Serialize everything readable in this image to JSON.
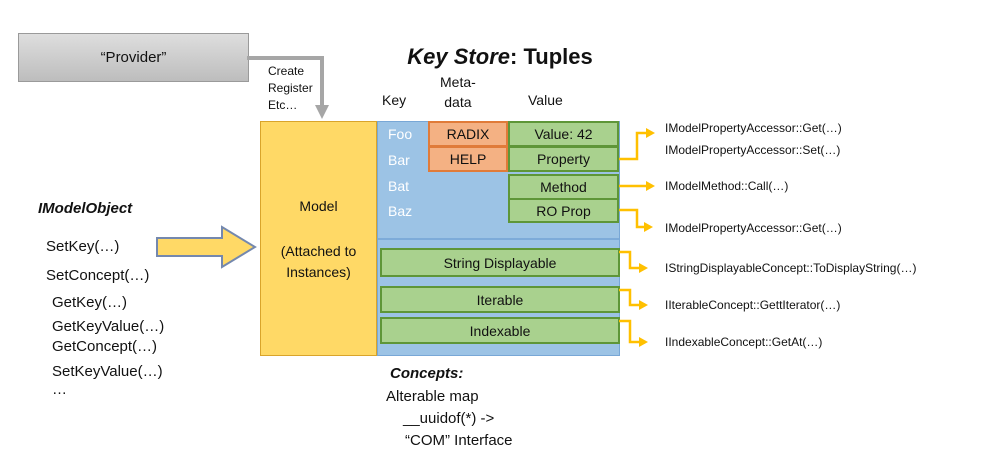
{
  "title": {
    "emphasis": "Key Store",
    "separator": ": ",
    "rest": "Tuples"
  },
  "provider": {
    "label": "“Provider”",
    "connector_labels": [
      "Create",
      "Register",
      "Etc…"
    ]
  },
  "columns": {
    "key": "Key",
    "metadata_lines": [
      "Meta-",
      "data"
    ],
    "value": "Value"
  },
  "model_box": {
    "line1": "Model",
    "line2": "(Attached to Instances)"
  },
  "keys": [
    "Foo",
    "Bar",
    "Bat",
    "Baz"
  ],
  "metadata_cells": [
    "RADIX",
    "HELP"
  ],
  "value_cells": [
    "Value: 42",
    "Property",
    "Method",
    "RO Prop"
  ],
  "concept_bars": [
    "String Displayable",
    "Iterable",
    "Indexable"
  ],
  "imodelobject": {
    "header": "IModelObject",
    "methods": [
      "SetKey(…)",
      "SetConcept(…)",
      "GetKey(…)",
      "GetKeyValue(…)",
      "GetConcept(…)",
      "SetKeyValue(…)",
      "…"
    ]
  },
  "annotations": [
    "IModelPropertyAccessor::Get(…)",
    "IModelPropertyAccessor::Set(…)",
    "IModelMethod::Call(…)",
    "IModelPropertyAccessor::Get(…)",
    "IStringDisplayableConcept::ToDisplayString(…)",
    "IIterableConcept::GettIterator(…)",
    "IIndexableConcept::GetAt(…)"
  ],
  "concepts_note": {
    "header": "Concepts:",
    "lines": [
      "Alterable map",
      "__uuidof(*) ->",
      "“COM” Interface"
    ]
  },
  "colors": {
    "model_fill": "#FFD966",
    "key_fill": "#9CC3E5",
    "metadata_fill": "#F4B183",
    "value_fill": "#A9D18E",
    "connector_yellow": "#FFC000",
    "provider_gray": "#CFCFCF"
  }
}
